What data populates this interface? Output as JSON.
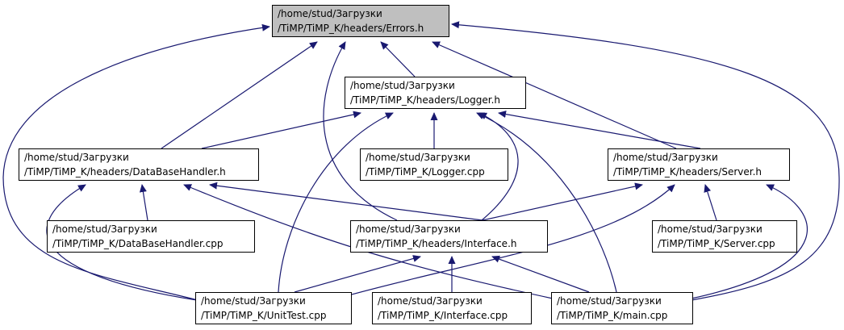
{
  "diagram": {
    "colors": {
      "edge": "#191970",
      "root_fill": "#bfbfbf",
      "node_fill": "#ffffff",
      "border": "#000000"
    },
    "nodes": [
      {
        "id": "errors_h",
        "line1": "/home/stud/Загрузки",
        "line2": "/TiMP/TiMP_K/headers/Errors.h",
        "is_root": true
      },
      {
        "id": "logger_h",
        "line1": "/home/stud/Загрузки",
        "line2": "/TiMP/TiMP_K/headers/Logger.h"
      },
      {
        "id": "dbh_h",
        "line1": "/home/stud/Загрузки",
        "line2": "/TiMP/TiMP_K/headers/DataBaseHandler.h"
      },
      {
        "id": "logger_cpp",
        "line1": "/home/stud/Загрузки",
        "line2": "/TiMP/TiMP_K/Logger.cpp"
      },
      {
        "id": "server_h",
        "line1": "/home/stud/Загрузки",
        "line2": "/TiMP/TiMP_K/headers/Server.h"
      },
      {
        "id": "dbh_cpp",
        "line1": "/home/stud/Загрузки",
        "line2": "/TiMP/TiMP_K/DataBaseHandler.cpp"
      },
      {
        "id": "interface_h",
        "line1": "/home/stud/Загрузки",
        "line2": "/TiMP/TiMP_K/headers/Interface.h"
      },
      {
        "id": "server_cpp",
        "line1": "/home/stud/Загрузки",
        "line2": "/TiMP/TiMP_K/Server.cpp"
      },
      {
        "id": "unittest_cpp",
        "line1": "/home/stud/Загрузки",
        "line2": "/TiMP/TiMP_K/UnitTest.cpp"
      },
      {
        "id": "interface_cpp",
        "line1": "/home/stud/Загрузки",
        "line2": "/TiMP/TiMP_K/Interface.cpp"
      },
      {
        "id": "main_cpp",
        "line1": "/home/stud/Загрузки",
        "line2": "/TiMP/TiMP_K/main.cpp"
      }
    ],
    "edges": [
      {
        "from": "logger_h",
        "to": "errors_h"
      },
      {
        "from": "dbh_h",
        "to": "errors_h"
      },
      {
        "from": "server_h",
        "to": "errors_h"
      },
      {
        "from": "interface_h",
        "to": "errors_h"
      },
      {
        "from": "unittest_cpp",
        "to": "errors_h"
      },
      {
        "from": "main_cpp",
        "to": "errors_h"
      },
      {
        "from": "dbh_h",
        "to": "logger_h"
      },
      {
        "from": "logger_cpp",
        "to": "logger_h"
      },
      {
        "from": "server_h",
        "to": "logger_h"
      },
      {
        "from": "interface_h",
        "to": "logger_h"
      },
      {
        "from": "unittest_cpp",
        "to": "logger_h"
      },
      {
        "from": "main_cpp",
        "to": "logger_h"
      },
      {
        "from": "dbh_cpp",
        "to": "dbh_h"
      },
      {
        "from": "interface_h",
        "to": "dbh_h"
      },
      {
        "from": "unittest_cpp",
        "to": "dbh_h"
      },
      {
        "from": "main_cpp",
        "to": "dbh_h"
      },
      {
        "from": "interface_h",
        "to": "server_h"
      },
      {
        "from": "server_cpp",
        "to": "server_h"
      },
      {
        "from": "unittest_cpp",
        "to": "server_h"
      },
      {
        "from": "main_cpp",
        "to": "server_h"
      },
      {
        "from": "unittest_cpp",
        "to": "interface_h"
      },
      {
        "from": "interface_cpp",
        "to": "interface_h"
      },
      {
        "from": "main_cpp",
        "to": "interface_h"
      }
    ]
  }
}
